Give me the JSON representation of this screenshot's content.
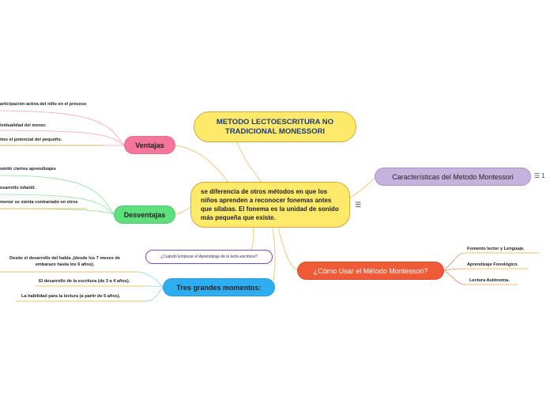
{
  "title": "METODO LECTOESCRITURA NO TRADICIONAL MONESSORI",
  "central": "se diferencia de otros métodos en que los niños aprenden a reconocer fonemas antes que sílabas.  El fonema es la unidad de sonido más pequeña que existe.",
  "central_icon": "menu-lines-icon",
  "branches": {
    "ventajas": {
      "label": "Ventajas",
      "color": "#f5759c",
      "items": [
        "articipación activa del niño en el proceso",
        "ividualidad del menor.",
        "imo el potencial del pequeño."
      ]
    },
    "desventajas": {
      "label": "Desventajas",
      "color": "#5fe07e",
      "items": [
        "omitir ciertos aprendizajes",
        "esarrollo infantil.",
        "menor se sienta contrariado en otros"
      ]
    },
    "momentos": {
      "label": "Tres grandes momentos:",
      "color": "#2eaef0",
      "note": "¿Cuándo Empezar el Aprendizaje de la lecto-escritura?",
      "items": [
        "Desde el desarrollo del  habla ,(desde los 7 meses de embarazo hasta los 6 años).",
        "El desarrollo de la escritura (de 3 a 4 años).",
        "La habilidad para la lectura (a partir de 5 años)."
      ]
    },
    "caracteristicas": {
      "label": "Características del Metodo Montessori",
      "color": "#c5b3de",
      "badge": "1",
      "badge_icon": "collapsed-list-icon"
    },
    "como_usar": {
      "label": "¿Cómo Usar el Método Montessori?",
      "color": "#f15a36",
      "items": [
        "Fomento lector y Lenguaje.",
        "Aprendizaje Fonológico.",
        "Lectura Autónoma."
      ]
    }
  }
}
